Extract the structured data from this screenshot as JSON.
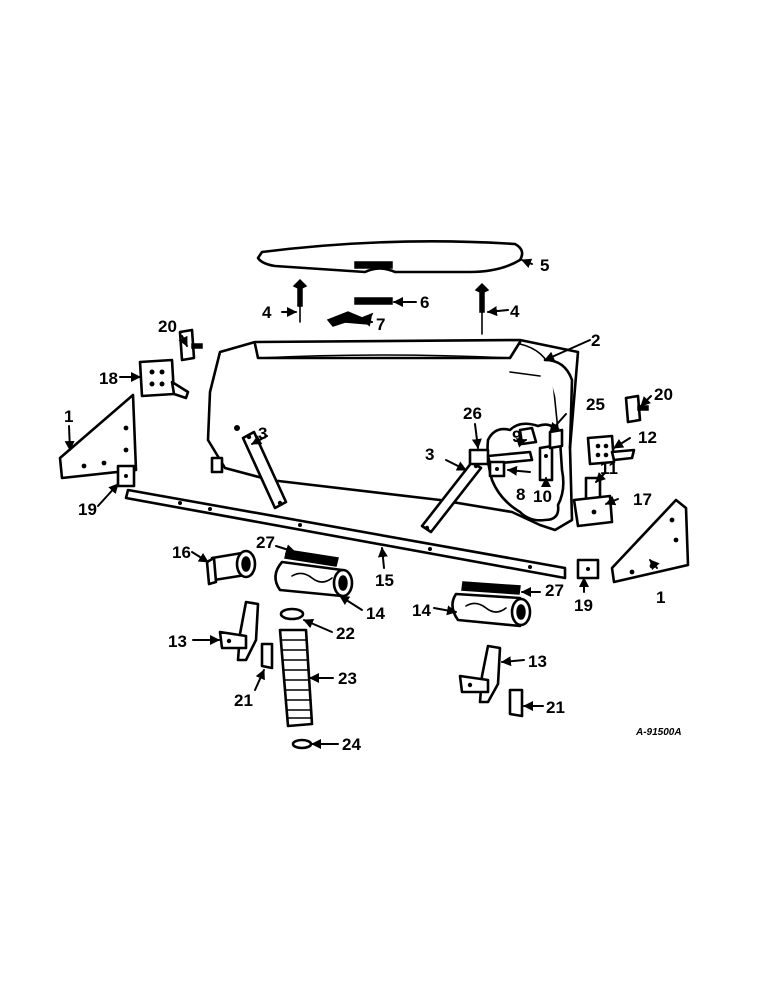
{
  "callouts": {
    "c1": "1",
    "c2": "2",
    "c3": "3",
    "c4": "4",
    "c5": "5",
    "c6": "6",
    "c7": "7",
    "c8": "8",
    "c9": "9",
    "c10": "10",
    "c11": "11",
    "c12": "12",
    "c13": "13",
    "c14": "14",
    "c15": "15",
    "c16": "16",
    "c17": "17",
    "c18": "18",
    "c19": "19",
    "c20": "20",
    "c21": "21",
    "c22": "22",
    "c23": "23",
    "c24": "24",
    "c25": "25",
    "c26": "26",
    "c27": "27"
  },
  "reference_code": "A-91500A"
}
